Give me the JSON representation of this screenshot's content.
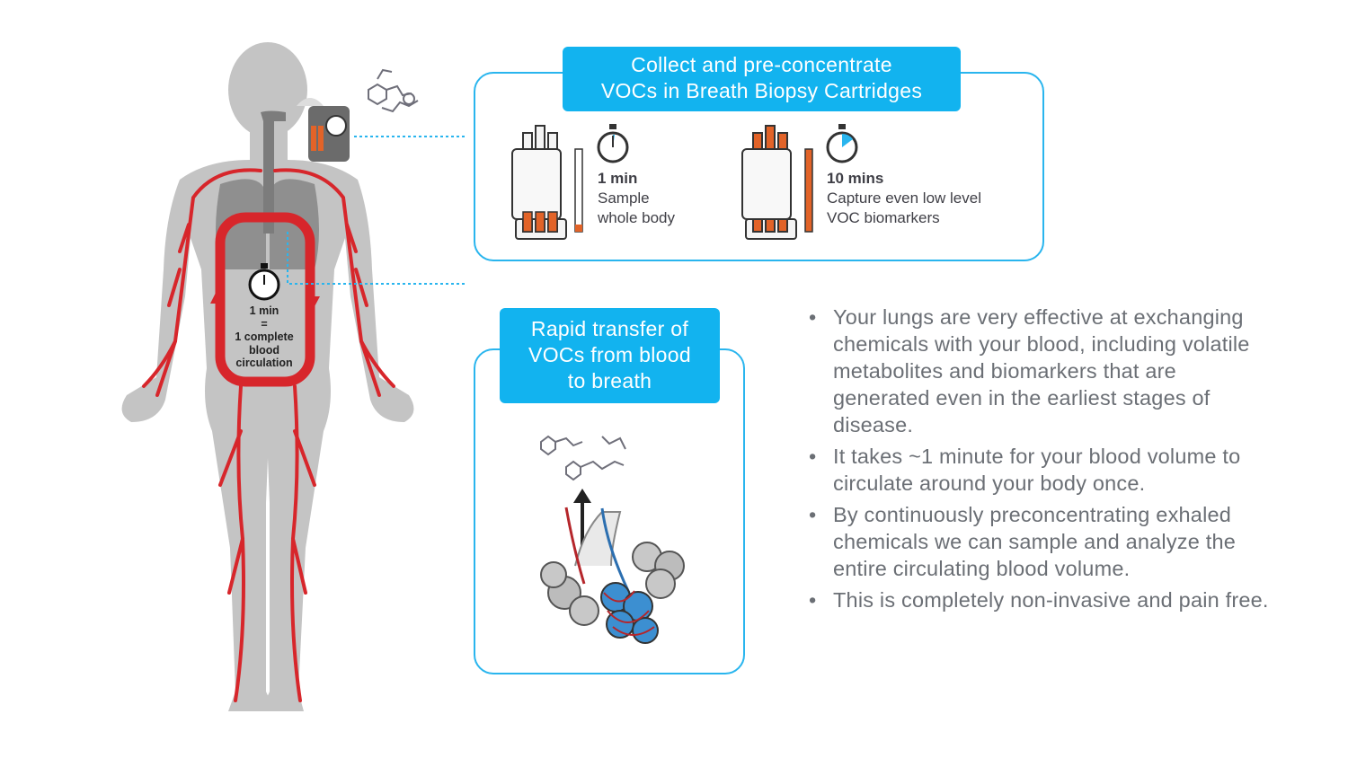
{
  "collect_box": {
    "title_line1": "Collect and pre-concentrate",
    "title_line2": "VOCs in Breath Biopsy Cartridges",
    "left": {
      "time": "1 min",
      "line1": "Sample",
      "line2": "whole body"
    },
    "right": {
      "time": "10 mins",
      "line1": "Capture even low level",
      "line2": "VOC biomarkers"
    }
  },
  "transfer_box": {
    "title_line1": "Rapid transfer of",
    "title_line2": "VOCs from blood",
    "title_line3": "to breath"
  },
  "body_caption": {
    "line1": "1 min",
    "line2": "=",
    "line3": "1 complete",
    "line4": "blood",
    "line5": "circulation"
  },
  "bullets": [
    "Your lungs are very effective at exchanging chemicals with your blood, including volatile metabolites and biomarkers that are generated even in the earliest stages of disease.",
    "It takes ~1 minute for your blood volume to circulate around your body once.",
    "By continuously preconcentrating exhaled chemicals we can sample and analyze the entire circulating blood volume.",
    "This is completely non-invasive and pain free."
  ],
  "colors": {
    "accent_blue": "#12b3ef",
    "artery_red": "#d7262b",
    "body_gray": "#c3c3c3",
    "text_gray": "#6b6f75"
  }
}
